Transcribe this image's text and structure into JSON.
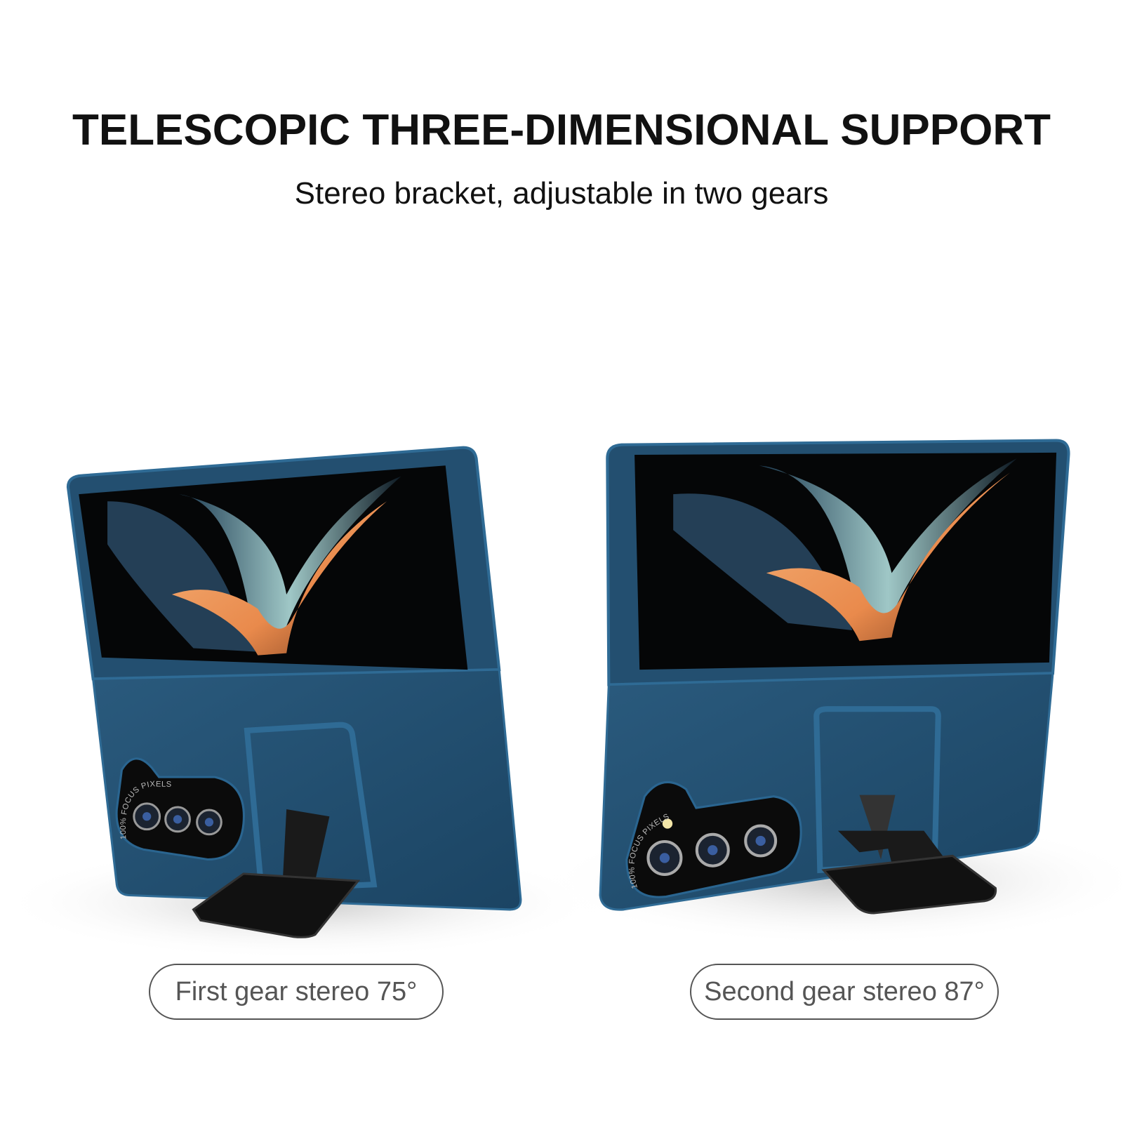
{
  "header": {
    "title": "TELESCOPIC THREE-DIMENSIONAL SUPPORT",
    "subtitle": "Stereo bracket, adjustable in two gears"
  },
  "products": [
    {
      "label": "First gear stereo 75°",
      "camera_text": "100% FOCUS PIXELS"
    },
    {
      "label": "Second gear stereo 87°",
      "camera_text": "100% FOCUS PIXELS"
    }
  ],
  "colors": {
    "case": "#1f4d6e",
    "case_edge": "#2a6590",
    "stand": "#1a1a1a",
    "label_border": "#555555"
  }
}
